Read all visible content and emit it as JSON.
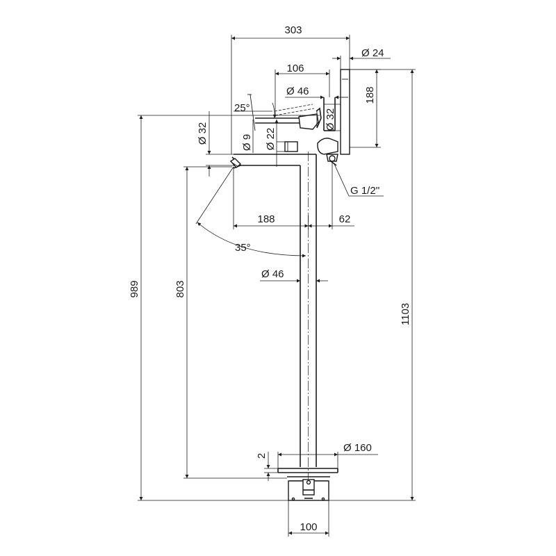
{
  "dimensions": {
    "width_303": "303",
    "width_106": "106",
    "dia_24": "Ø 24",
    "dia_46_top": "Ø 46",
    "len_188_vertical": "188",
    "angle_25": "25°",
    "dia_32_left": "Ø 32",
    "dia_9": "Ø 9",
    "dia_22": "Ø 22",
    "dia_32_right": "Ø 32",
    "thread": "G 1/2''",
    "len_188_horizontal": "188",
    "len_62": "62",
    "angle_35": "35°",
    "dia_46_column": "Ø 46",
    "height_989": "989",
    "height_803": "803",
    "height_1103": "1103",
    "gap_2": "2",
    "dia_160": "Ø 160",
    "width_100": "100"
  }
}
